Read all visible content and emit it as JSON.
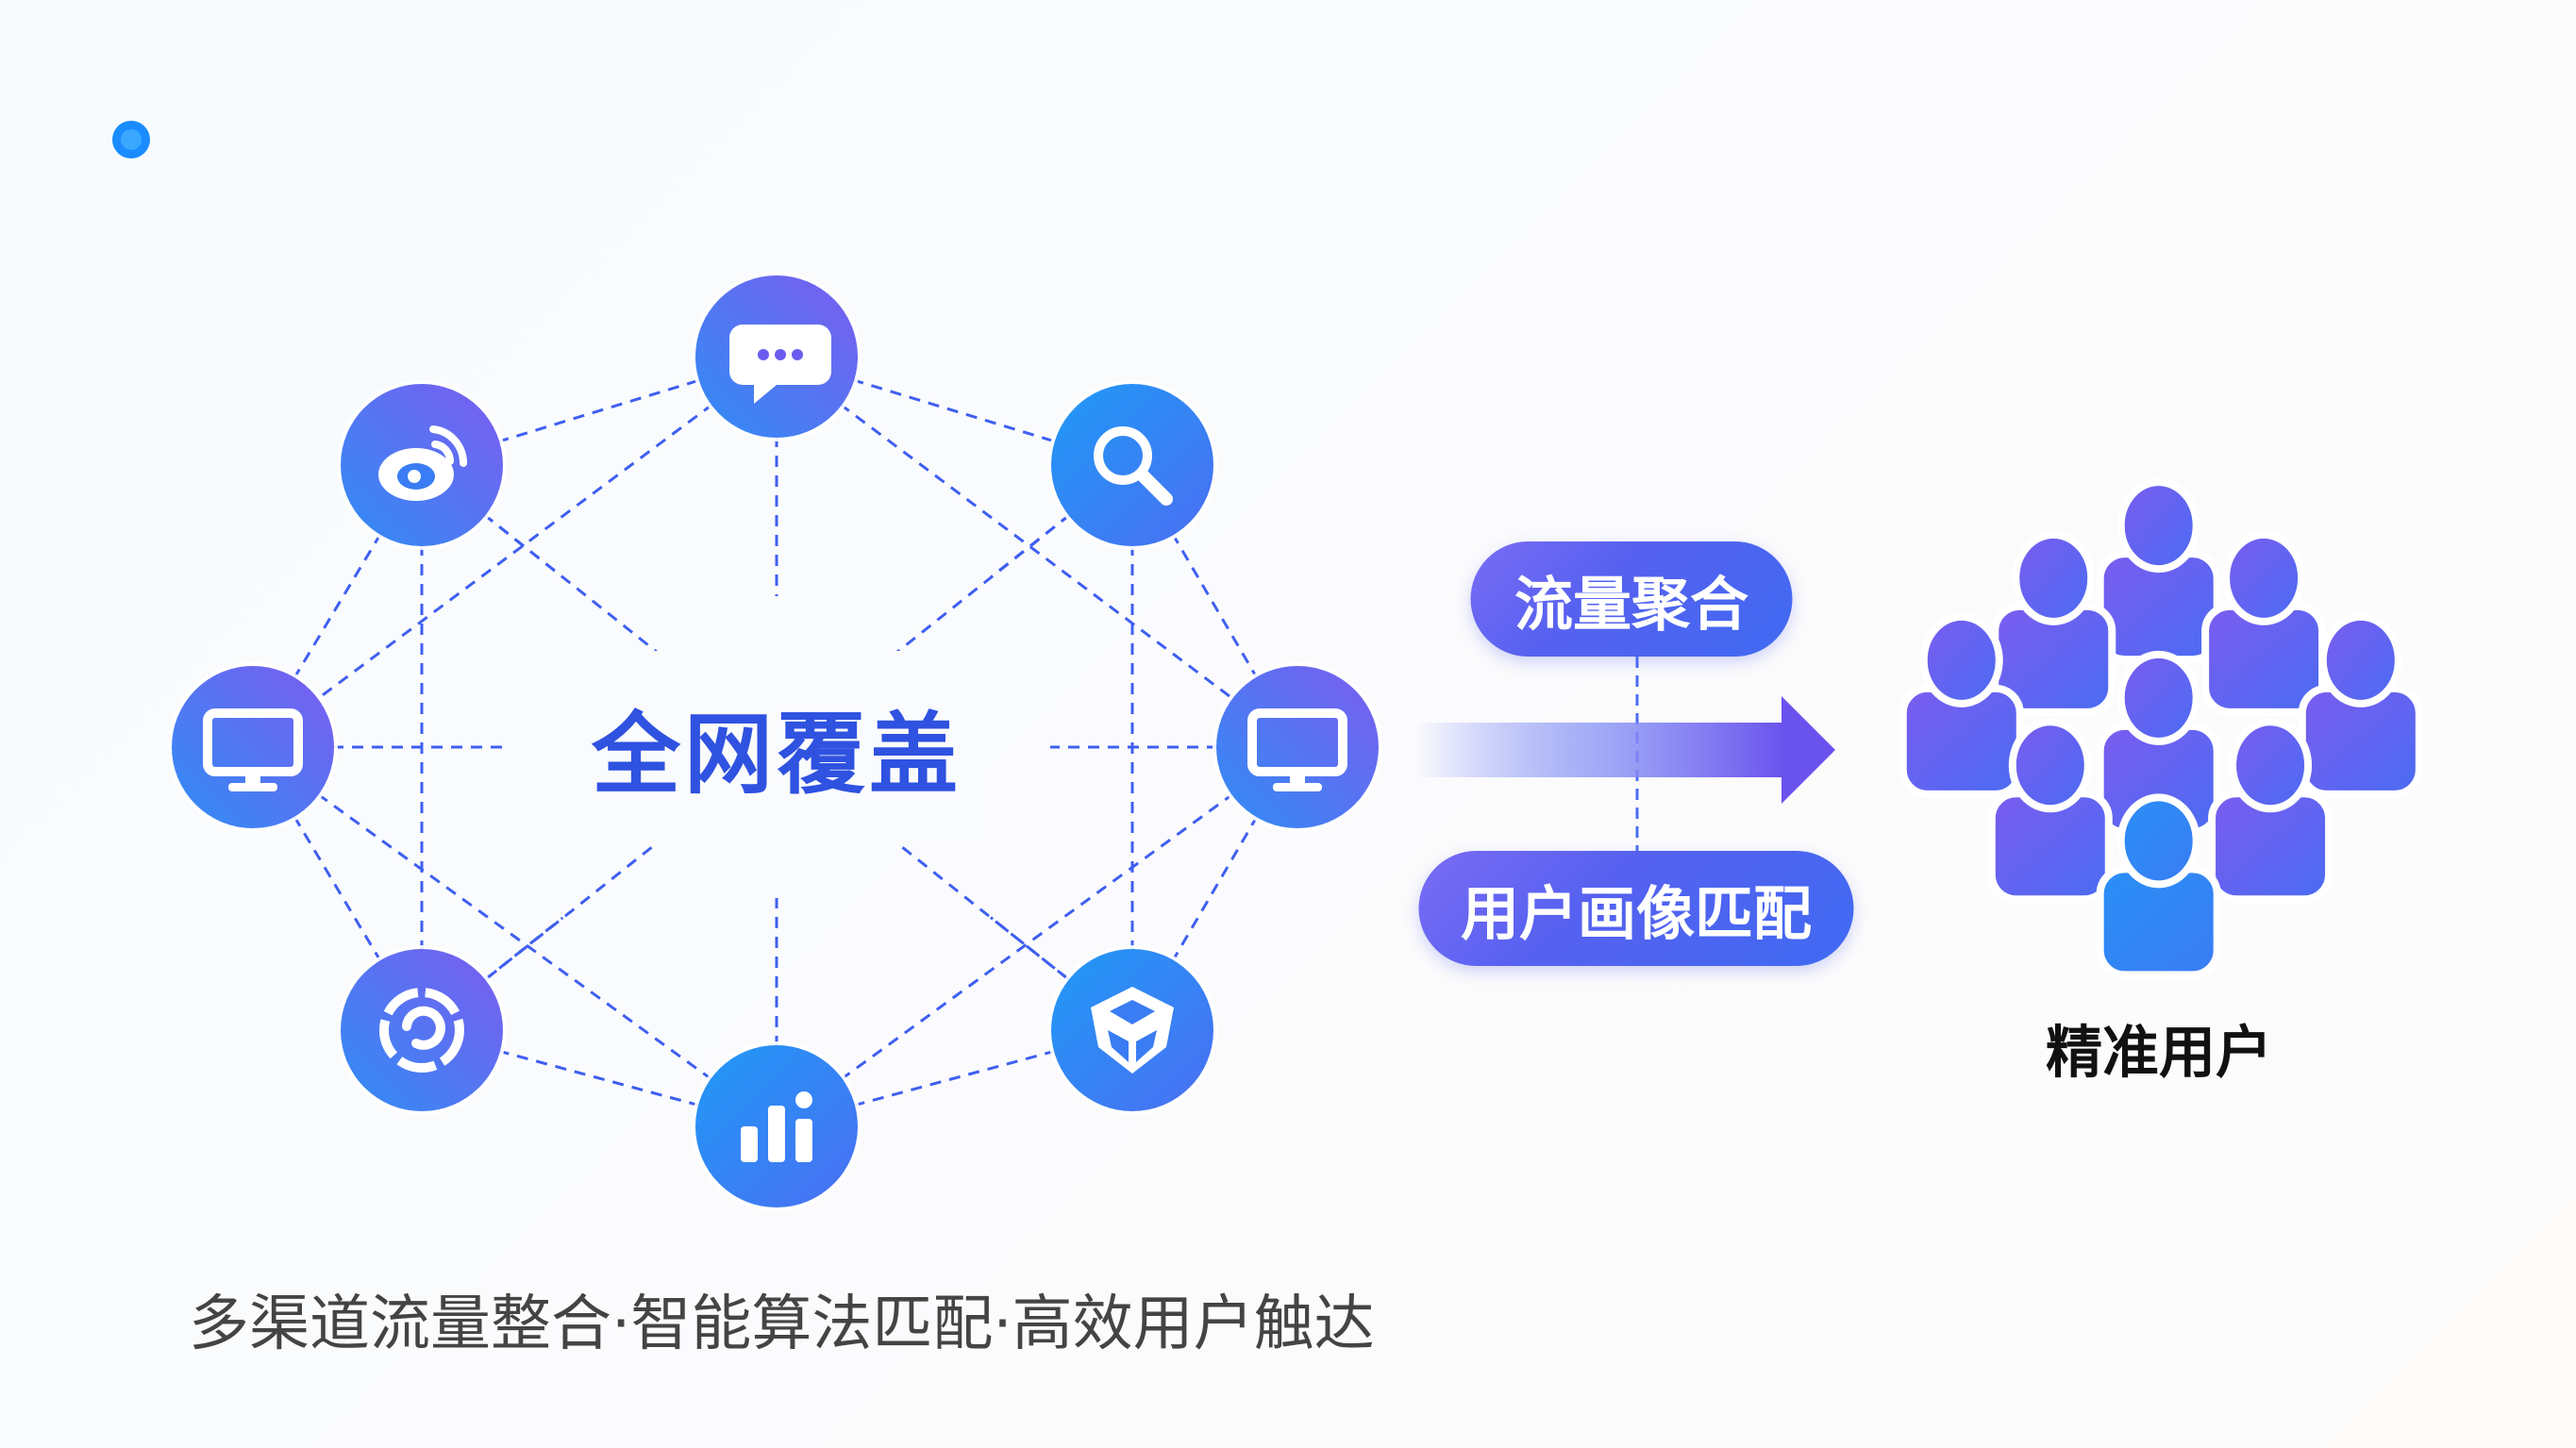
{
  "center_title": "全网覆盖",
  "channels": [
    {
      "icon": "chat-bubble-icon"
    },
    {
      "icon": "weibo-icon"
    },
    {
      "icon": "search-icon"
    },
    {
      "icon": "monitor-icon"
    },
    {
      "icon": "monitor-icon"
    },
    {
      "icon": "swirl-app-icon"
    },
    {
      "icon": "cube-shield-icon"
    },
    {
      "icon": "bar-chart-icon"
    }
  ],
  "process": {
    "top_label": "流量聚合",
    "bottom_label": "用户画像匹配"
  },
  "result_label": "精准用户",
  "caption": "多渠道流量整合·智能算法匹配·高效用户触达",
  "colors": {
    "primary": "#3f6af2",
    "violet": "#7a5cf0",
    "accent_dot": "#1a8cff"
  }
}
